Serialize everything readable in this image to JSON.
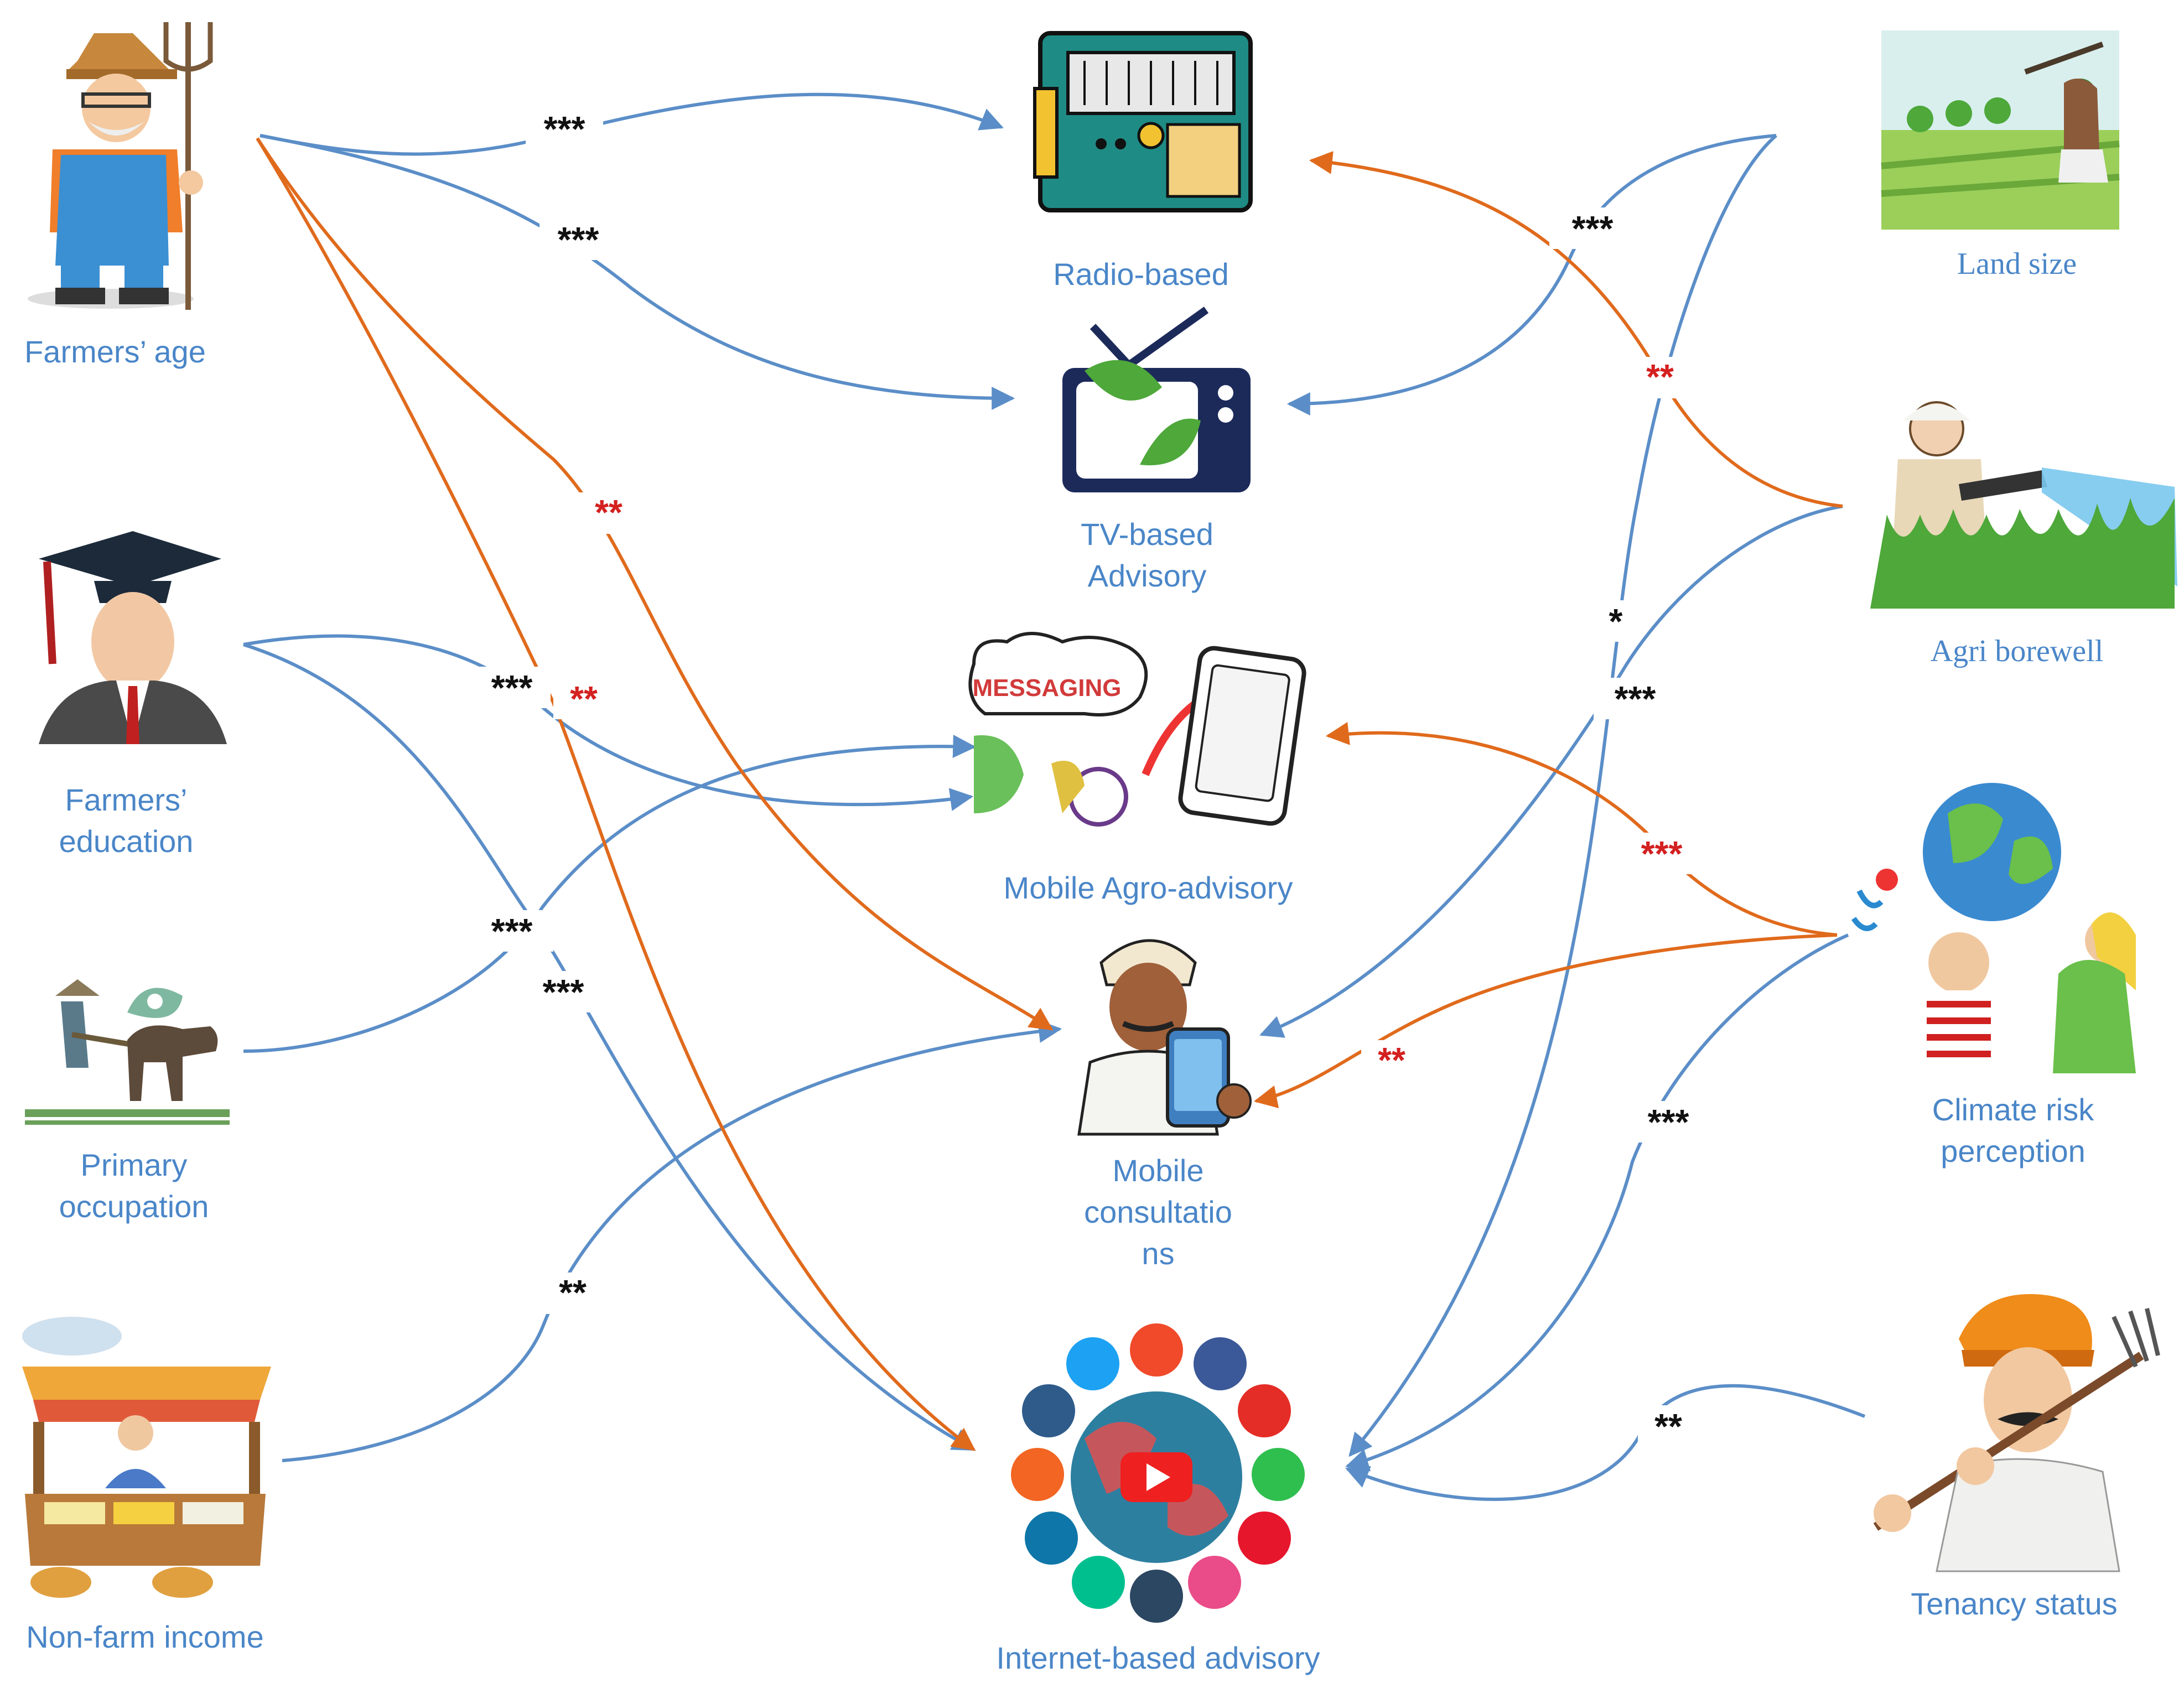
{
  "colors": {
    "blue": "#5b8ec8",
    "orange": "#e06a1c",
    "label_blue": "#4a86c8",
    "star_black": "#111111",
    "star_red": "#d42020"
  },
  "nodes": {
    "farmers_age": {
      "label": "Farmers’ age",
      "icon": "farmer-with-pitchfork-icon"
    },
    "farmers_education": {
      "label1": "Farmers’",
      "label2": "education",
      "icon": "graduate-cap-icon"
    },
    "primary_occupation": {
      "label1": "Primary",
      "label2": "occupation",
      "icon": "ox-plough-icon"
    },
    "non_farm_income": {
      "label": "Non-farm income",
      "icon": "market-stall-icon"
    },
    "radio_based": {
      "label": "Radio-based",
      "icon": "radio-icon"
    },
    "tv_based": {
      "label1": "TV-based",
      "label2": "Advisory",
      "icon": "tv-leaf-icon"
    },
    "mobile_agro": {
      "label": "Mobile Agro-advisory",
      "icon": "messaging-phone-icon",
      "sign": "MESSAGING"
    },
    "mobile_consult": {
      "label1": "Mobile",
      "label2": "consultatio",
      "label3": "ns",
      "icon": "man-with-phone-icon"
    },
    "internet_based": {
      "label": "Internet-based advisory",
      "icon": "social-media-globe-icon"
    },
    "land_size": {
      "label": "Land size",
      "icon": "field-farmer-icon"
    },
    "agri_borewell": {
      "label": "Agri borewell",
      "icon": "borewell-pipe-icon"
    },
    "climate_risk": {
      "label1": "Climate risk",
      "label2": "perception",
      "icon": "earth-heat-icon"
    },
    "tenancy_status": {
      "label": "Tenancy status",
      "icon": "turbaned-farmer-icon"
    }
  },
  "stars": {
    "age_radio": "***",
    "age_tv": "***",
    "age_mobile_consult": "**",
    "age_internet": "**",
    "edu_agro": "***",
    "edu_internet": "***",
    "occ_agro": "***",
    "nonfarm_consult": "**",
    "land_tv": "***",
    "borewell_radio": "**",
    "land_internet": "*",
    "borewell_consult": "***",
    "climate_agro": "***",
    "climate_consult": "**",
    "climate_internet": "***",
    "tenancy_internet": "**"
  }
}
